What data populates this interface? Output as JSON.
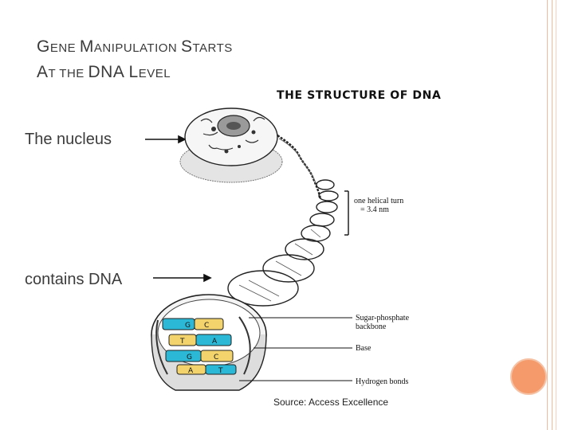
{
  "slide": {
    "title_line1_big1": "G",
    "title_line1_small1": "ENE ",
    "title_line1_big2": "M",
    "title_line1_small2": "ANIPULATION ",
    "title_line1_big3": "S",
    "title_line1_small3": "TARTS",
    "title_line2_big1": "A",
    "title_line2_small1": "T THE ",
    "title_line2_big2": "DNA L",
    "title_line2_small2": "EVEL",
    "label_nucleus": "The nucleus",
    "label_dna": "contains DNA",
    "source": "Source: Access Excellence"
  },
  "figure": {
    "title": "THE STRUCTURE OF DNA",
    "turn_line1": "one helical turn",
    "turn_line2": "= 3.4 nm",
    "sugar_line1": "Sugar-phosphate",
    "sugar_line2": "backbone",
    "base": "Base",
    "hbonds": "Hydrogen bonds",
    "base_letters": [
      "G",
      "C",
      "T",
      "A",
      "G",
      "C",
      "A",
      "T"
    ]
  },
  "colors": {
    "accent_border": "#f4b89a",
    "accent_circle": "#f49a6b",
    "base_cyan": "#2bb8d6",
    "base_yellow": "#f3d36b"
  }
}
